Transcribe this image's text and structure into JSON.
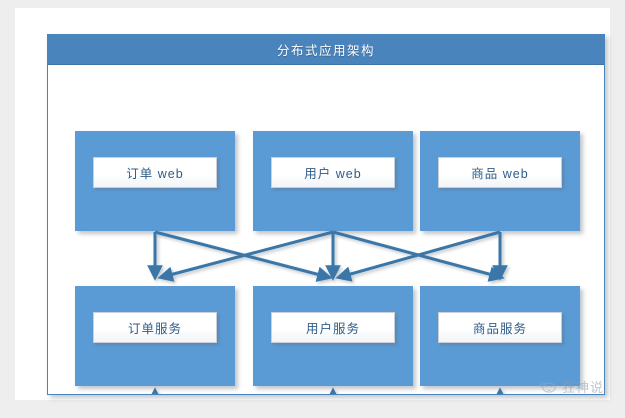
{
  "diagram": {
    "title": "分布式应用架构",
    "title_bar_color": "#4A84BC",
    "node_fill_color": "#5B9BD5",
    "arrow_color": "#3A76A8",
    "frame_border_color": "#4A84BC",
    "page_background": "#EEEEEE",
    "rows": [
      {
        "row_name": "web-layer",
        "nodes": [
          {
            "id": "order-web",
            "label": "订单 web"
          },
          {
            "id": "user-web",
            "label": "用户 web"
          },
          {
            "id": "product-web",
            "label": "商品 web"
          }
        ]
      },
      {
        "row_name": "service-layer",
        "nodes": [
          {
            "id": "order-service",
            "label": "订单服务"
          },
          {
            "id": "user-service",
            "label": "用户服务"
          },
          {
            "id": "product-service",
            "label": "商品服务"
          }
        ]
      }
    ],
    "connections": [
      {
        "from": "order-web",
        "to": "order-service"
      },
      {
        "from": "order-web",
        "to": "user-service"
      },
      {
        "from": "user-web",
        "to": "order-service"
      },
      {
        "from": "user-web",
        "to": "user-service"
      },
      {
        "from": "user-web",
        "to": "product-service"
      },
      {
        "from": "product-web",
        "to": "user-service"
      },
      {
        "from": "product-web",
        "to": "product-service"
      }
    ],
    "bottom_bus": {
      "description": "horizontal bus feeding up into all three service nodes",
      "arrow_targets": [
        "order-service",
        "user-service",
        "product-service"
      ]
    }
  },
  "watermark": {
    "text": "狂神说",
    "icon": "ghost-icon"
  }
}
